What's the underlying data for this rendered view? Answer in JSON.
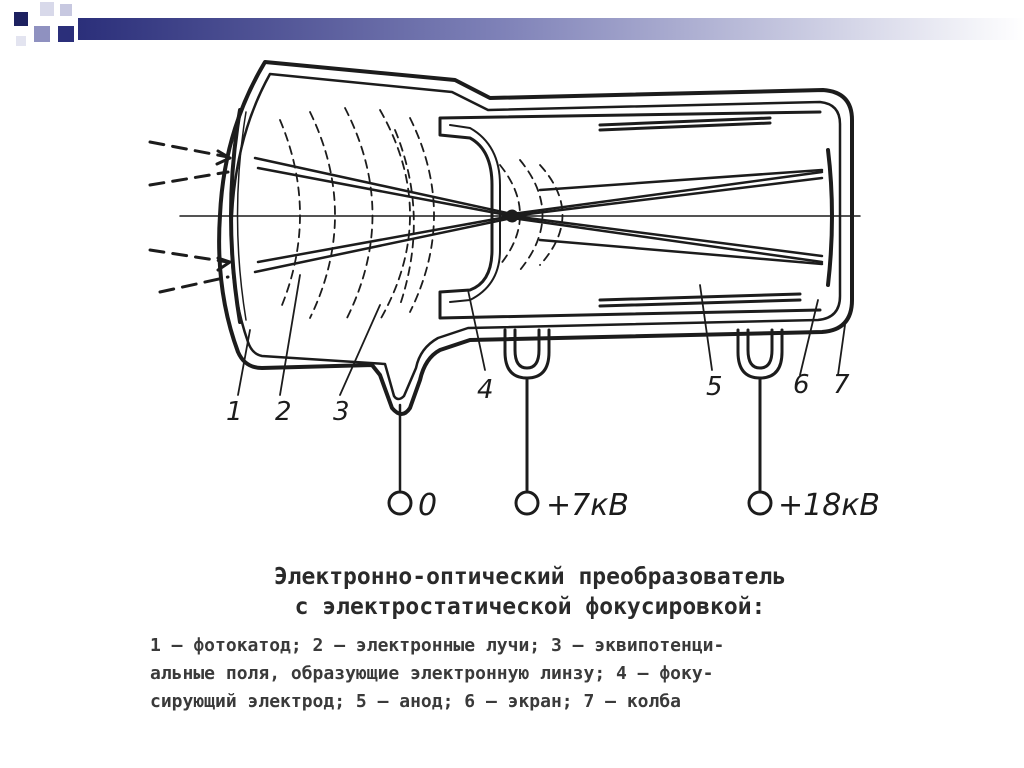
{
  "diagram": {
    "part_numbers": [
      "1",
      "2",
      "3",
      "4",
      "5",
      "6",
      "7"
    ],
    "voltage_labels": [
      "0",
      "+7кВ",
      "+18кВ"
    ]
  },
  "caption": {
    "title_line1": "Электронно-оптический преобразователь",
    "title_line2": "с электростатической фокусировкой:",
    "legend_line1": "1 — фотокатод; 2 — электронные лучи; 3 — эквипотенци-",
    "legend_line2": "альные поля, образующие электронную линзу; 4 — фоку-",
    "legend_line3": "сирующий электрод; 5 — анод; 6 — экран; 7 — колба"
  },
  "colors": {
    "ink": "#1c1c1c",
    "deco_dark": "#2b2f7a",
    "deco_mid": "#7f82b8",
    "deco_light": "#d8d9ea"
  }
}
